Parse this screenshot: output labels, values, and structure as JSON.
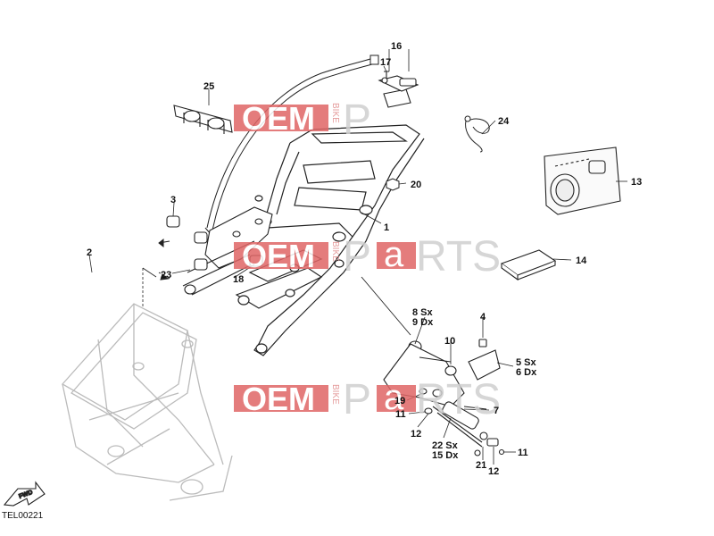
{
  "diagram": {
    "reference_code": "TEL00221",
    "fwd_label": "FWD",
    "watermark": {
      "oem": "OEM",
      "bike": "BIKE",
      "p": "P",
      "a": "a",
      "rts": "RTS"
    },
    "colors": {
      "watermark_red": "#e06666",
      "watermark_grey": "#cfcfcf",
      "line": "#222222",
      "ghost_frame": "#bbbbbb"
    },
    "callouts": {
      "c1": "1",
      "c2": "2",
      "c3": "3",
      "c4": "4",
      "c5": "5 Sx",
      "c6": "6 Dx",
      "c7": "7",
      "c8": "8 Sx",
      "c9": "9 Dx",
      "c10": "10",
      "c11a": "11",
      "c11b": "11",
      "c12a": "12",
      "c12b": "12",
      "c13": "13",
      "c14": "14",
      "c15": "15 Dx",
      "c16": "16",
      "c17": "17",
      "c18": "18",
      "c19": "19",
      "c20": "20",
      "c21": "21",
      "c22": "22 Sx",
      "c23": "23",
      "c24": "24",
      "c25": "25"
    }
  }
}
